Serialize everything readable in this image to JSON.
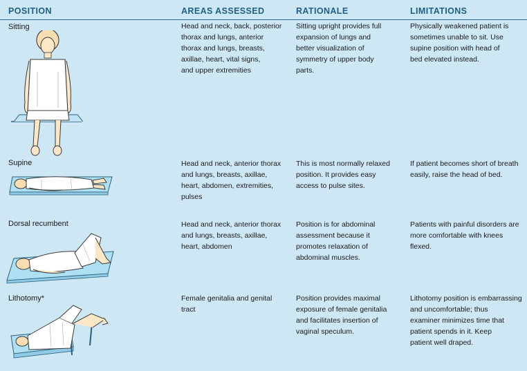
{
  "headers": {
    "position": "POSITION",
    "areas": "AREAS ASSESSED",
    "rationale": "RATIONALE",
    "limitations": "LIMITATIONS"
  },
  "rows": [
    {
      "position": "Sitting",
      "areas": "Head and neck, back, posterior\nthorax and lungs, anterior\nthorax and lungs, breasts,\naxillae, heart, vital signs,\nand upper extremities",
      "rationale": "Sitting upright provides full\nexpansion of lungs and\nbetter visualization of\nsymmetry of upper body\nparts.",
      "limitations": "Physically weakened patient is\nsometimes unable to sit. Use\nsupine position with head of\nbed elevated instead."
    },
    {
      "position": "Supine",
      "areas": "Head and neck, anterior thorax\nand lungs, breasts, axillae,\nheart, abdomen, extremities,\npulses",
      "rationale": "This is most normally relaxed\nposition. It provides easy\naccess to pulse sites.",
      "limitations": "If patient becomes short of breath\neasily, raise the head of bed."
    },
    {
      "position": "Dorsal recumbent",
      "areas": "Head and neck, anterior thorax\nand lungs, breasts, axillae,\nheart, abdomen",
      "rationale": "Position is for abdominal\nassessment because it\npromotes relaxation of\nabdominal muscles.",
      "limitations": "Patients with painful disorders are\nmore comfortable with knees\nflexed."
    },
    {
      "position": "Lithotomy*",
      "areas": "Female genitalia and genital\ntract",
      "rationale": "Position provides maximal\nexposure of female genitalia\nand facilitates insertion of\nvaginal speculum.",
      "limitations": "Lithotomy position is embarrassing\nand uncomfortable; thus\nexaminer minimizes time that\npatient spends in it. Keep\npatient well draped."
    }
  ],
  "colors": {
    "background": "#cde7f4",
    "header_text": "#1f5f86",
    "skin": "#fbe7c6",
    "drape": "#ffffff",
    "table_surface": "#aee0f4"
  }
}
